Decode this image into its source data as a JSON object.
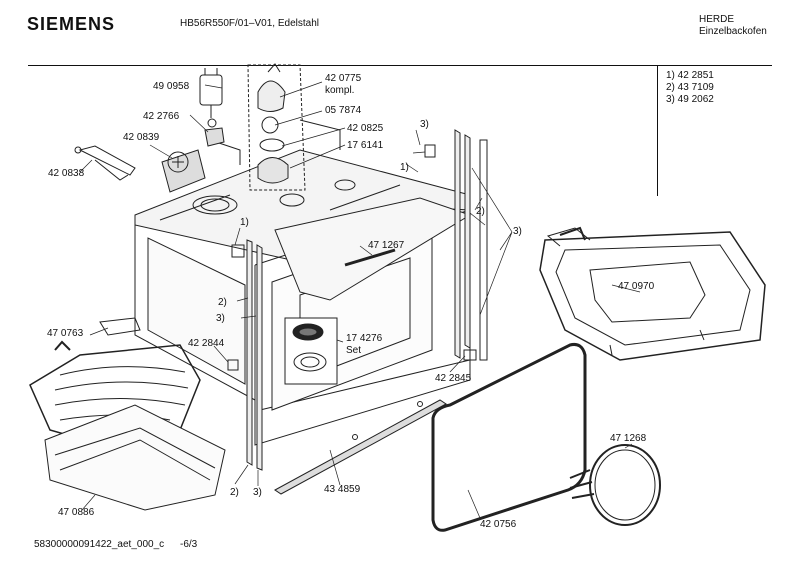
{
  "header": {
    "brand": "SIEMENS",
    "model": "HB56R550F/01–V01, Edelstahl",
    "category_line1": "HERDE",
    "category_line2": "Einzelbackofen"
  },
  "legend": [
    "1) 42 2851",
    "2) 43 7109",
    "3) 49 2062"
  ],
  "parts": {
    "p490958": "49 0958",
    "p420775": "42 0775",
    "p420775b": "kompl.",
    "p057874": "05 7874",
    "p422766": "42 2766",
    "p420825": "42 0825",
    "p420839": "42 0839",
    "p176141": "17 6141",
    "p420838": "42 0838",
    "p471267": "47 1267",
    "p470970": "47 0970",
    "p470763": "47 0763",
    "p174276": "17 4276",
    "p174276b": "Set",
    "p422844": "42 2844",
    "p422845": "42 2845",
    "p470886": "47 0886",
    "p434859": "43 4859",
    "p471268": "47 1268",
    "p420756": "42 0756"
  },
  "callouts": {
    "c1a": "1)",
    "c1b": "1)",
    "c2a": "2)",
    "c2b": "2)",
    "c2c": "2)",
    "c3a": "3)",
    "c3b": "3)",
    "c3c": "3)",
    "c3d": "3)"
  },
  "footer": {
    "doc_id": "58300000091422_aet_000_c",
    "page": "-6/3"
  }
}
